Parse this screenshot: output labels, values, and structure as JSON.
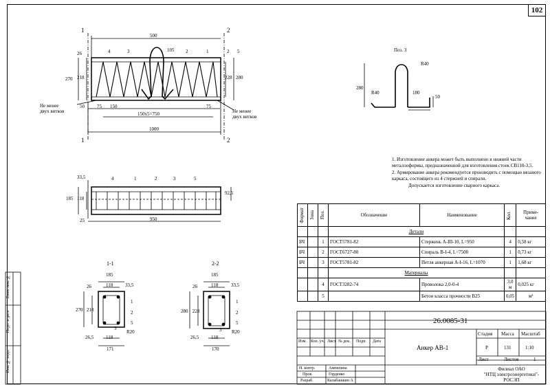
{
  "page_number": "102",
  "section_marks": {
    "one": "1",
    "two": "2"
  },
  "front_view": {
    "dims": {
      "d500": "500",
      "d26": "26",
      "d270": "270",
      "d218": "218",
      "d105": "105",
      "d228": "228",
      "d280": "280",
      "d50": "50",
      "d75a": "75",
      "d150": "150",
      "d75b": "75",
      "d150x5": "150х5=750",
      "d1000": "1000"
    },
    "callouts": [
      "4",
      "3",
      "2",
      "1",
      "2",
      "5"
    ],
    "note_left": "Не менее\nдвух витков",
    "note_right": "Не менее\nдвух витков"
  },
  "pos3": {
    "title": "Поз. 3",
    "r40a": "R40",
    "r40b": "R40",
    "d280": "280",
    "d180": "180",
    "d50": "50"
  },
  "plan_view": {
    "dims": {
      "d33_5": "33,5",
      "d185": "185",
      "d118": "118",
      "d92_5": "92,5",
      "d25": "25",
      "d950": "950"
    },
    "callouts": [
      "4",
      "1",
      "2",
      "3",
      "5"
    ]
  },
  "section11": {
    "title": "1-1",
    "dims": {
      "d185": "185",
      "d118": "118",
      "d33_5": "33,5",
      "d26": "26",
      "d270": "270",
      "d218": "218",
      "d26_5": "26,5",
      "d118b": "118",
      "d171": "171",
      "r20": "R20"
    },
    "callouts": [
      "1",
      "2",
      "5",
      "3"
    ]
  },
  "section22": {
    "title": "2-2",
    "dims": {
      "d185": "185",
      "d118": "118",
      "d33_5": "33,5",
      "d26": "26",
      "d280": "280",
      "d228": "228",
      "d26_5": "26,5",
      "d118b": "118",
      "d170": "170",
      "r20": "R20"
    },
    "callouts": [
      "1",
      "2",
      "5",
      "3"
    ]
  },
  "notes": [
    "1. Изготовление анкера может быть выполнено в нижней части металлоформы, предназначенной для изготовления стоек СВ110-3,5.",
    "2. Армирование анкера рекомендуется производить с помощью вязаного каркаса, состоящего из 4 стержней и спирали.",
    "Допускается изготовление сварного каркаса."
  ],
  "spec": {
    "headers": {
      "format": "Формат",
      "zone": "Зона",
      "pos": "Поз.",
      "designation": "Обозначение",
      "name": "Наименование",
      "qty": "Кол.",
      "note": "Приме-\nчание"
    },
    "section_details": "Детали",
    "section_materials": "Материалы",
    "rows": [
      {
        "format": "БЧ",
        "pos": "1",
        "designation": "ГОСТ5781-82",
        "name": "Стержень А-III-10, L=950",
        "qty": "4",
        "note": "0,58 кг"
      },
      {
        "format": "БЧ",
        "pos": "2",
        "designation": "ГОСТ6727-80",
        "name": "Спираль В-I-4, L=7500",
        "qty": "1",
        "note": "0,73 кг"
      },
      {
        "format": "БЧ",
        "pos": "3",
        "designation": "ГОСТ5781-82",
        "name": "Петля анкерная А-I-16, L=1070",
        "qty": "1",
        "note": "1,68 кг"
      }
    ],
    "material_rows": [
      {
        "pos": "4",
        "designation": "ГОСТ3282-74",
        "name": "Проволока 2,0-0-4",
        "qty": "3,0 м",
        "note": "0,025 кг"
      },
      {
        "pos": "5",
        "designation": "",
        "name": "Бетон класса прочности В25",
        "qty": "0,05",
        "note": "м³"
      }
    ]
  },
  "stamp": {
    "code": "26.0085-31",
    "title": "Анкер АВ-1",
    "col_stage": "Стадия",
    "col_mass": "Масса",
    "col_scale": "Масштаб",
    "stage": "Р",
    "mass": "131",
    "scale": "1:10",
    "sheet": "Лист",
    "sheets": "Листов",
    "sheets_val": "1",
    "org": "Филиал ОАО\n\"НТЦ электроэнергетики\"-\nРОСЭП",
    "cols": [
      "Изм.",
      "Кол. уч.",
      "Лист",
      "№ док.",
      "Подп.",
      "Дата"
    ],
    "roles": [
      {
        "role": "Н. контр.",
        "name": "Ампилина"
      },
      {
        "role": "Пров.",
        "name": "Горденко"
      },
      {
        "role": "Разраб.",
        "name": "Калабашкин А"
      }
    ]
  },
  "side_labels": [
    "Взам. инв. №",
    "Подп. и дата",
    "Инв. № подл."
  ]
}
